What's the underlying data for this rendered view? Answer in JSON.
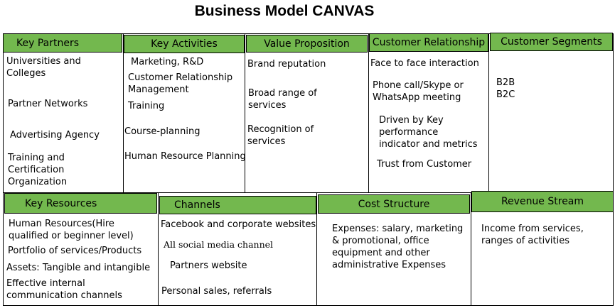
{
  "title": "Business Model CANVAS",
  "colors": {
    "header_fill": "#73b84e",
    "border": "#000000"
  },
  "key_partners": {
    "header": "Key Partners",
    "items": [
      "Universities and\nColleges",
      "Partner Networks",
      "Advertising Agency",
      "Training and\nCertification\nOrganization"
    ]
  },
  "key_activities": {
    "header": "Key Activities",
    "items": [
      "Marketing, R&D",
      "Customer Relationship\nManagement",
      "Training",
      "Course-planning",
      "Human Resource Planning"
    ]
  },
  "value_proposition": {
    "header": "Value Proposition",
    "items": [
      "Brand reputation",
      "Broad range of\nservices",
      "Recognition of\nservices"
    ]
  },
  "customer_relationship": {
    "header": "Customer Relationship",
    "items": [
      "Face to face interaction",
      "Phone call/Skype or\nWhatsApp meeting",
      "Driven by Key\nperformance\nindicator and metrics",
      "Trust from Customer"
    ]
  },
  "customer_segments": {
    "header": "Customer Segments",
    "items": [
      "B2B\nB2C"
    ]
  },
  "key_resources": {
    "header": "Key Resources",
    "items": [
      "Human Resources(Hire\nqualified or beginner level)",
      "Portfolio of services/Products",
      "Assets: Tangible and intangible",
      "Effective internal\ncommunication channels"
    ]
  },
  "channels": {
    "header": "Channels",
    "items": [
      "Facebook and corporate websites",
      "All social media channel",
      "Partners website",
      "Personal sales, referrals"
    ]
  },
  "cost_structure": {
    "header": "Cost Structure",
    "items": [
      "Expenses: salary, marketing\n& promotional, office\nequipment and other\nadministrative Expenses"
    ]
  },
  "revenue_stream": {
    "header": "Revenue Stream",
    "items": [
      "Income from services,\nranges of activities"
    ]
  }
}
